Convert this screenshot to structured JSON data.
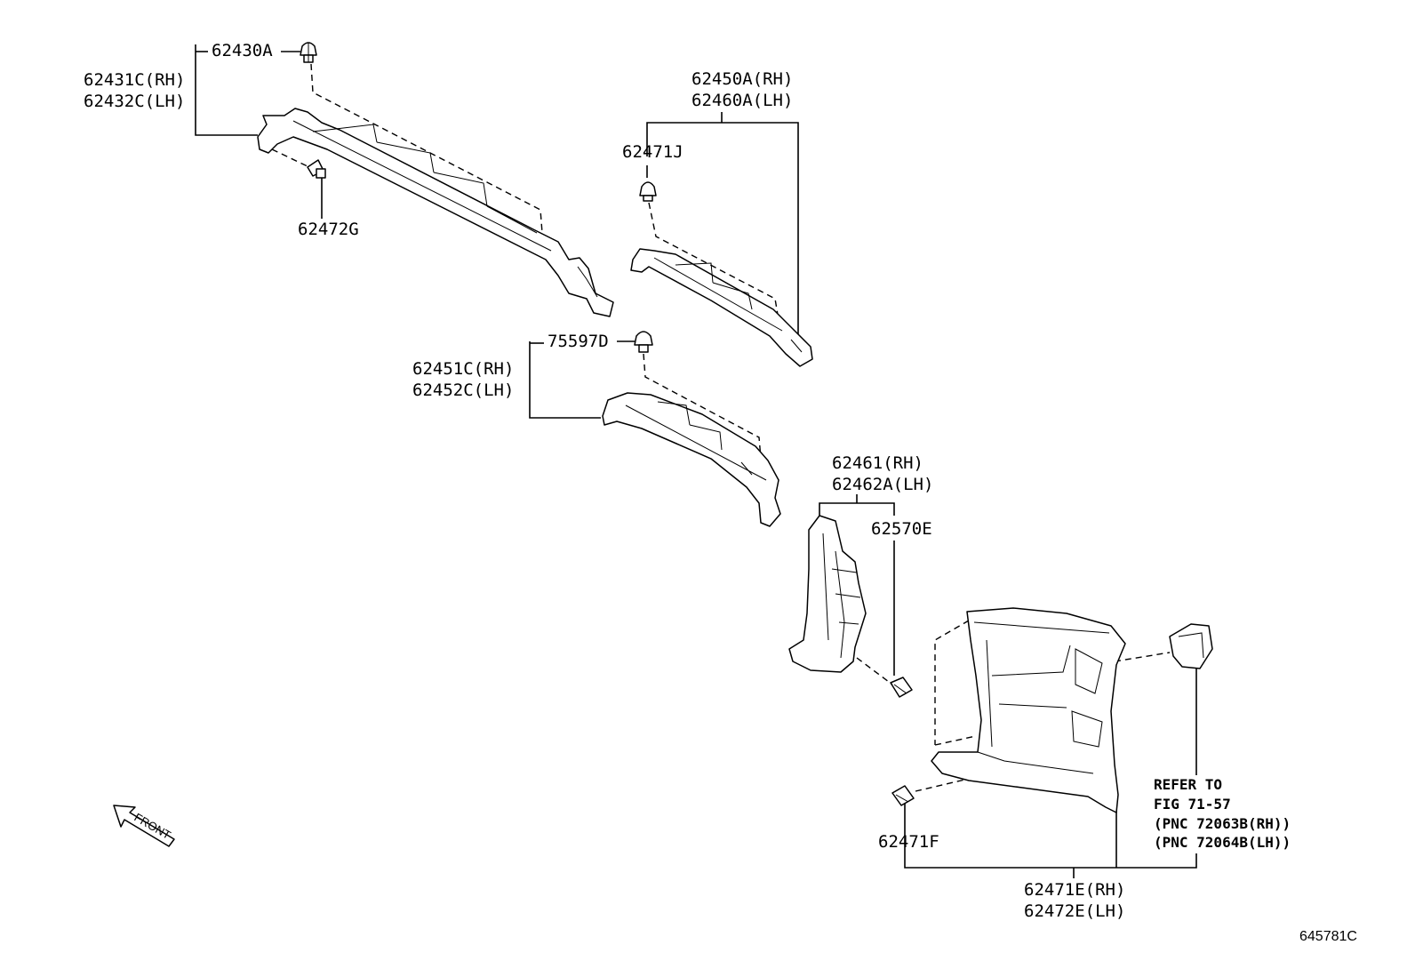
{
  "labels": {
    "p62430A": "62430A",
    "p62431C": "62431C(RH)",
    "p62432C": "62432C(LH)",
    "p62472G": "62472G",
    "p62450A": "62450A(RH)",
    "p62460A": "62460A(LH)",
    "p62471J": "62471J",
    "p75597D": "75597D",
    "p62451C": "62451C(RH)",
    "p62452C": "62452C(LH)",
    "p62461": "62461(RH)",
    "p62462A": "62462A(LH)",
    "p62570E": "62570E",
    "p62471F": "62471F",
    "p62471E": "62471E(RH)",
    "p62472E": "62472E(LH)"
  },
  "refer_note": {
    "line1": "REFER TO",
    "line2": "FIG 71-57",
    "line3": "(PNC 72063B(RH))",
    "line4": "(PNC 72064B(LH))"
  },
  "front_arrow": {
    "label": "FRONT"
  },
  "figure_id": "645781C"
}
